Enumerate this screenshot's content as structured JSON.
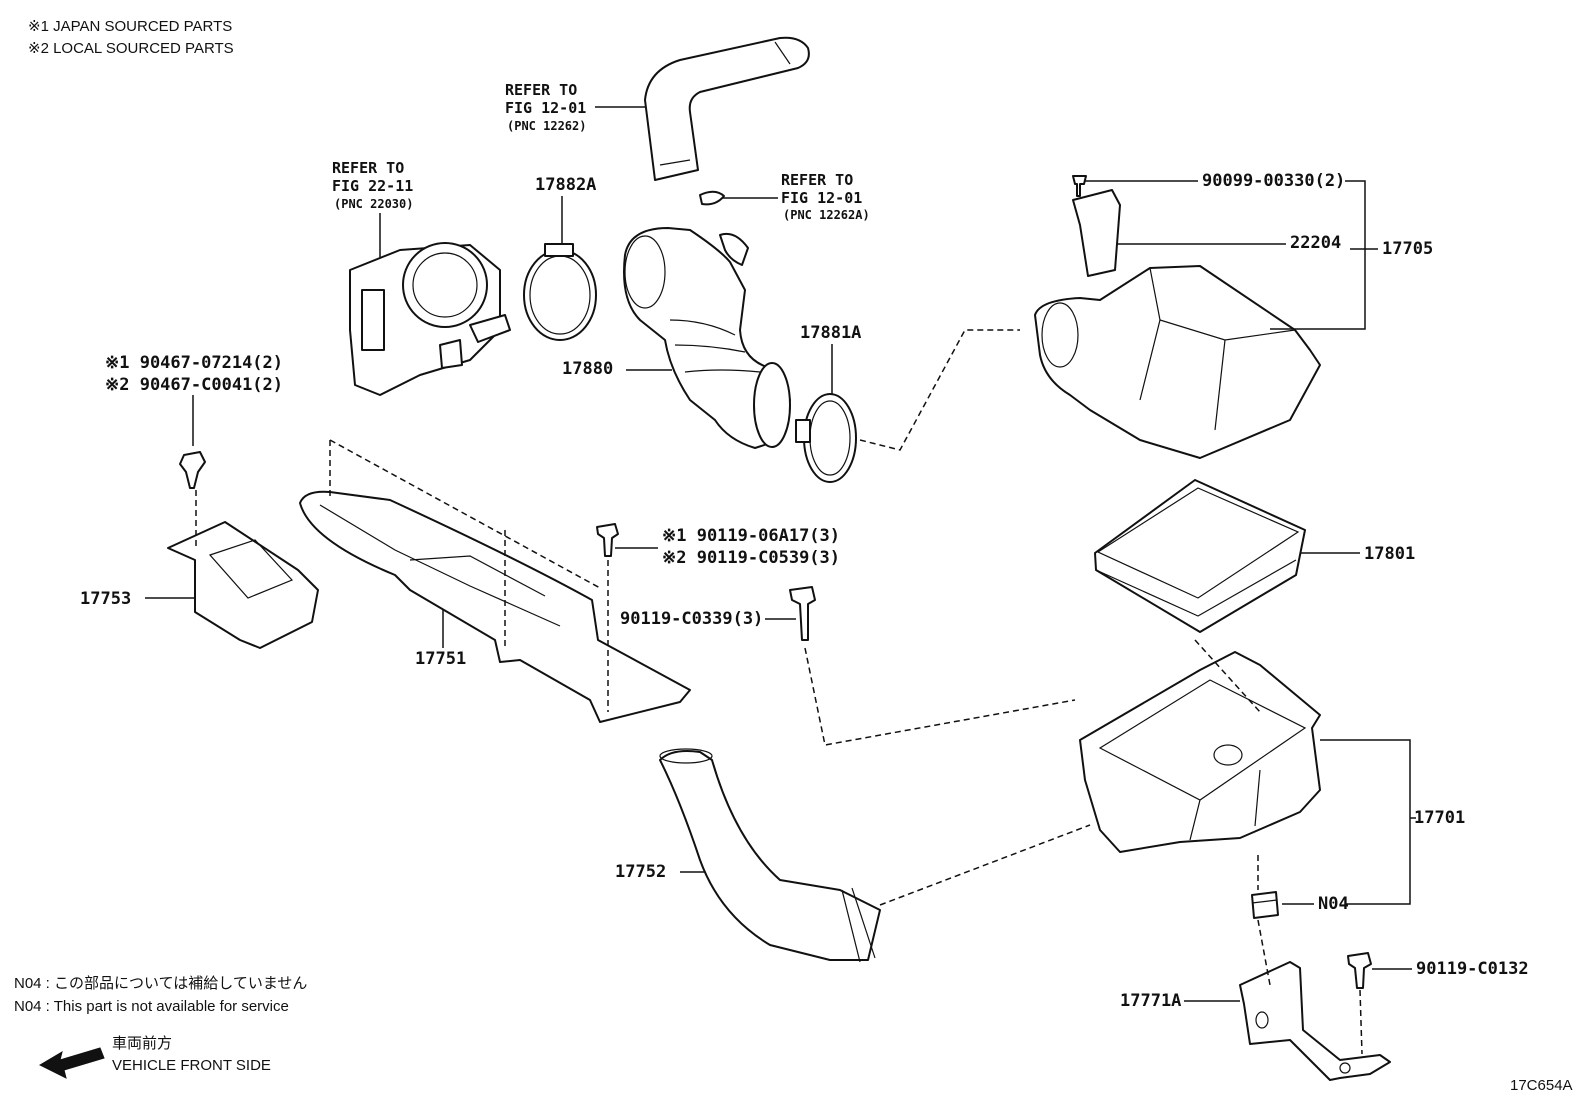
{
  "notes": {
    "sourcing_1": "※1 JAPAN SOURCED PARTS",
    "sourcing_2": "※2 LOCAL SOURCED PARTS",
    "n04_jp": "N04 : この部品については補給していません",
    "n04_en": "N04 : This part is not available for service",
    "front_jp": "車両前方",
    "front_en": "VEHICLE FRONT SIDE",
    "figure_code": "17C654A"
  },
  "references": {
    "ref_a": {
      "line1": "REFER TO",
      "line2": "FIG 12-01",
      "line3": "(PNC 12262)"
    },
    "ref_b": {
      "line1": "REFER TO",
      "line2": "FIG 22-11",
      "line3": "(PNC 22030)"
    },
    "ref_c": {
      "line1": "REFER TO",
      "line2": "FIG 12-01",
      "line3": "(PNC 12262A)"
    }
  },
  "parts": {
    "p17882A": "17882A",
    "p17881A": "17881A",
    "p17880": "17880",
    "p90099": "90099-00330(2)",
    "p22204": "22204",
    "p17705": "17705",
    "p90467_1": "※1 90467-07214(2)",
    "p90467_2": "※2 90467-C0041(2)",
    "p17753": "17753",
    "p17751": "17751",
    "p90119_1": "※1 90119-06A17(3)",
    "p90119_2": "※2 90119-C0539(3)",
    "p90119_c0339": "90119-C0339(3)",
    "p17801": "17801",
    "p17701": "17701",
    "p17752": "17752",
    "pN04": "N04",
    "p90119_c0132": "90119-C0132",
    "p17771A": "17771A"
  }
}
